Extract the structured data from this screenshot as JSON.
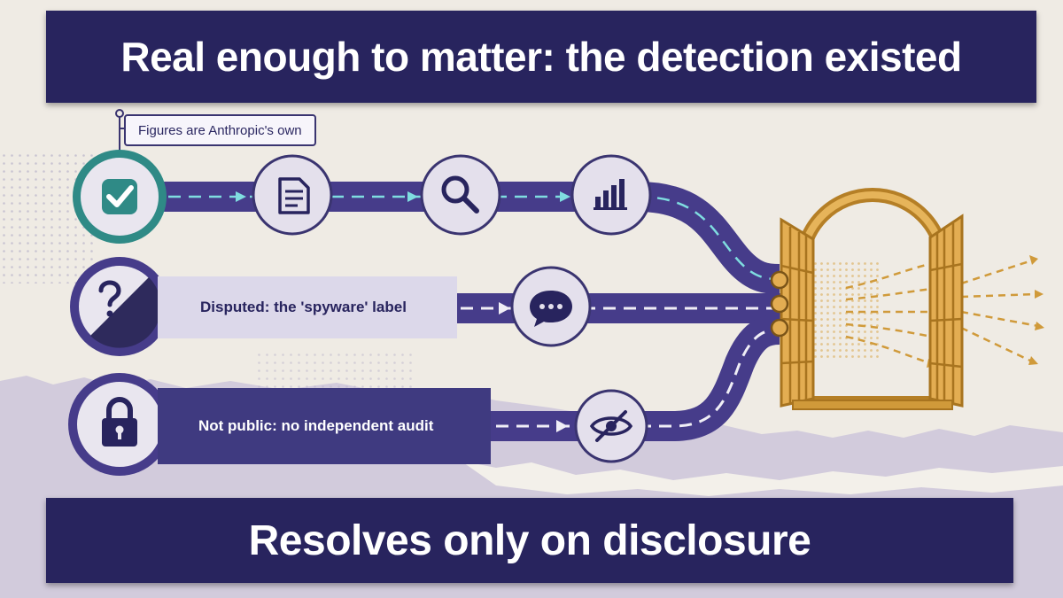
{
  "header": {
    "title": "Real enough to matter: the detection existed"
  },
  "note": {
    "text": "Figures are Anthropic's own"
  },
  "tracks": [
    {
      "status": "verified",
      "status_icon": "check-icon",
      "label": "",
      "steps": [
        "document-icon",
        "magnifier-icon",
        "bar-chart-icon"
      ]
    },
    {
      "status": "disputed",
      "status_icon": "question-icon",
      "label": "Disputed: the 'spyware' label",
      "steps": [
        "speech-bubble-icon"
      ]
    },
    {
      "status": "not-public",
      "status_icon": "padlock-icon",
      "label": "Not public: no independent audit",
      "steps": [
        "eye-slash-icon"
      ]
    }
  ],
  "destination": {
    "icon": "open-window-icon"
  },
  "footer": {
    "title": "Resolves only on disclosure"
  },
  "colors": {
    "navy": "#28245e",
    "purple": "#463c8a",
    "teal": "#2f8a86",
    "cyan": "#7fdde0",
    "gold": "#d09a3a",
    "paper": "#efebe4",
    "lavender": "#dcd8ea"
  }
}
